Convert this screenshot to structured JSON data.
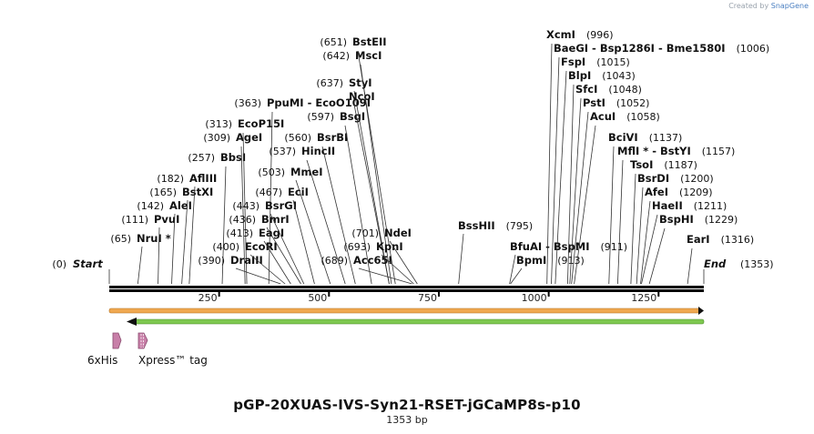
{
  "credit": {
    "prefix": "Created by",
    "brand": "SnapGene"
  },
  "plasmid": {
    "name": "pGP-20XUAS-IVS-Syn21-RSET-jGCaMP8s-p10",
    "length_label": "1353 bp"
  },
  "sequence_length": 1353,
  "ruler": {
    "ticks": [
      250,
      500,
      750,
      1000,
      1250
    ],
    "labels": [
      "250",
      "500",
      "750",
      "1000",
      "1250"
    ]
  },
  "ends": {
    "start_label": "Start",
    "start_pos": "(0)",
    "end_label": "End",
    "end_pos": "(1353)"
  },
  "sites": [
    {
      "name": "NruI *",
      "pos": 65,
      "pos_label": "(65)"
    },
    {
      "name": "PvuI",
      "pos": 111,
      "pos_label": "(111)"
    },
    {
      "name": "AleI",
      "pos": 142,
      "pos_label": "(142)"
    },
    {
      "name": "BstXI",
      "pos": 165,
      "pos_label": "(165)"
    },
    {
      "name": "AflIII",
      "pos": 182,
      "pos_label": "(182)"
    },
    {
      "name": "BbsI",
      "pos": 257,
      "pos_label": "(257)"
    },
    {
      "name": "AgeI",
      "pos": 309,
      "pos_label": "(309)"
    },
    {
      "name": "EcoP15I",
      "pos": 313,
      "pos_label": "(313)"
    },
    {
      "name": "PpuMI - EcoO109I",
      "pos": 363,
      "pos_label": "(363)"
    },
    {
      "name": "DraIII",
      "pos": 390,
      "pos_label": "(390)"
    },
    {
      "name": "EcoRI",
      "pos": 400,
      "pos_label": "(400)"
    },
    {
      "name": "EagI",
      "pos": 413,
      "pos_label": "(413)"
    },
    {
      "name": "BmrI",
      "pos": 436,
      "pos_label": "(436)"
    },
    {
      "name": "BsrGI",
      "pos": 443,
      "pos_label": "(443)"
    },
    {
      "name": "EciI",
      "pos": 467,
      "pos_label": "(467)"
    },
    {
      "name": "MmeI",
      "pos": 503,
      "pos_label": "(503)"
    },
    {
      "name": "HincII",
      "pos": 537,
      "pos_label": "(537)"
    },
    {
      "name": "BsrBI",
      "pos": 560,
      "pos_label": "(560)"
    },
    {
      "name": "BsgI",
      "pos": 597,
      "pos_label": "(597)"
    },
    {
      "name": "StyI",
      "pos": 637,
      "pos_label": "(637)"
    },
    {
      "name": "NcoI",
      "pos": 637,
      "pos_label": ""
    },
    {
      "name": "MscI",
      "pos": 642,
      "pos_label": "(642)"
    },
    {
      "name": "BstEII",
      "pos": 651,
      "pos_label": "(651)"
    },
    {
      "name": "Acc65I",
      "pos": 689,
      "pos_label": "(689)"
    },
    {
      "name": "KpnI",
      "pos": 693,
      "pos_label": "(693)"
    },
    {
      "name": "NdeI",
      "pos": 701,
      "pos_label": "(701)"
    },
    {
      "name": "BssHII",
      "pos": 795,
      "pos_label": "(795)"
    },
    {
      "name": "BfuAI - BspMI",
      "pos": 911,
      "pos_label": "(911)"
    },
    {
      "name": "BpmI",
      "pos": 913,
      "pos_label": "(913)"
    },
    {
      "name": "XcmI",
      "pos": 996,
      "pos_label": "(996)"
    },
    {
      "name": "BaeGI - Bsp1286I - Bme1580I",
      "pos": 1006,
      "pos_label": "(1006)"
    },
    {
      "name": "FspI",
      "pos": 1015,
      "pos_label": "(1015)"
    },
    {
      "name": "BlpI",
      "pos": 1043,
      "pos_label": "(1043)"
    },
    {
      "name": "SfcI",
      "pos": 1048,
      "pos_label": "(1048)"
    },
    {
      "name": "PstI",
      "pos": 1052,
      "pos_label": "(1052)"
    },
    {
      "name": "AcuI",
      "pos": 1058,
      "pos_label": "(1058)"
    },
    {
      "name": "BciVI",
      "pos": 1137,
      "pos_label": "(1137)"
    },
    {
      "name": "MflI * - BstYI",
      "pos": 1157,
      "pos_label": "(1157)"
    },
    {
      "name": "TsoI",
      "pos": 1187,
      "pos_label": "(1187)"
    },
    {
      "name": "BsrDI",
      "pos": 1200,
      "pos_label": "(1200)"
    },
    {
      "name": "AfeI",
      "pos": 1209,
      "pos_label": "(1209)"
    },
    {
      "name": "HaeII",
      "pos": 1211,
      "pos_label": "(1211)"
    },
    {
      "name": "BspHI",
      "pos": 1229,
      "pos_label": "(1229)"
    },
    {
      "name": "EarI",
      "pos": 1316,
      "pos_label": "(1316)"
    }
  ],
  "features": [
    {
      "name": "6xHis",
      "color": "#c87fa8",
      "pattern": "solid"
    },
    {
      "name": "Xpress™ tag",
      "color": "#c87fa8",
      "pattern": "striped"
    }
  ],
  "colors": {
    "orange_bar": "#f0a850",
    "green_bar": "#7ec850",
    "backbone": "#000000"
  }
}
